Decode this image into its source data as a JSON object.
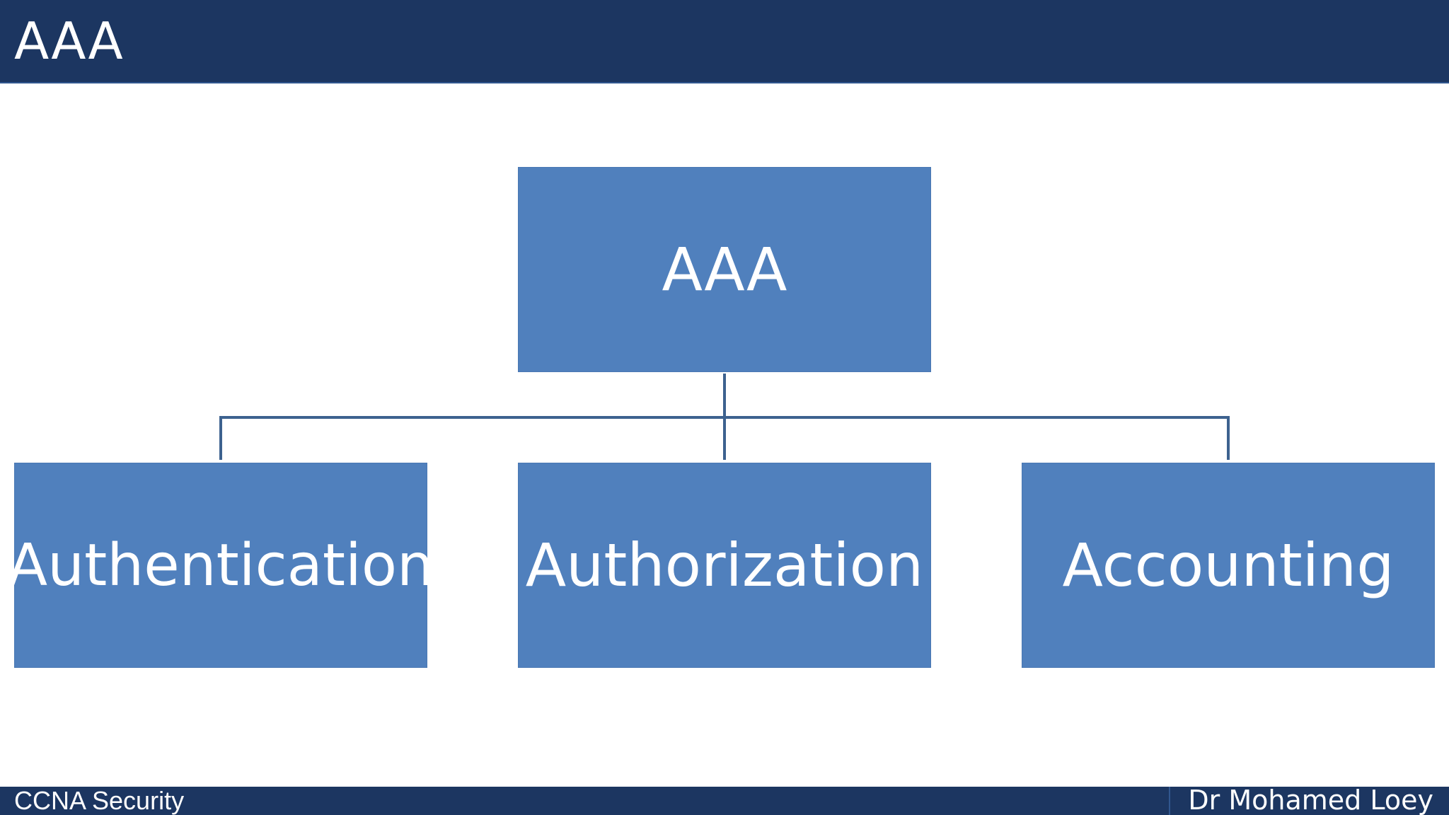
{
  "slide": {
    "title": "AAA"
  },
  "diagram": {
    "root": {
      "label": "AAA"
    },
    "children": [
      {
        "label": "Authentication"
      },
      {
        "label": "Authorization"
      },
      {
        "label": "Accounting"
      }
    ]
  },
  "footer": {
    "left_text": "CCNA Security",
    "right_text": "Dr Mohamed Loey"
  },
  "colors": {
    "header_background": "#1c3661",
    "node_fill": "#5080bd",
    "connector": "#3d628f",
    "text": "#ffffff"
  }
}
